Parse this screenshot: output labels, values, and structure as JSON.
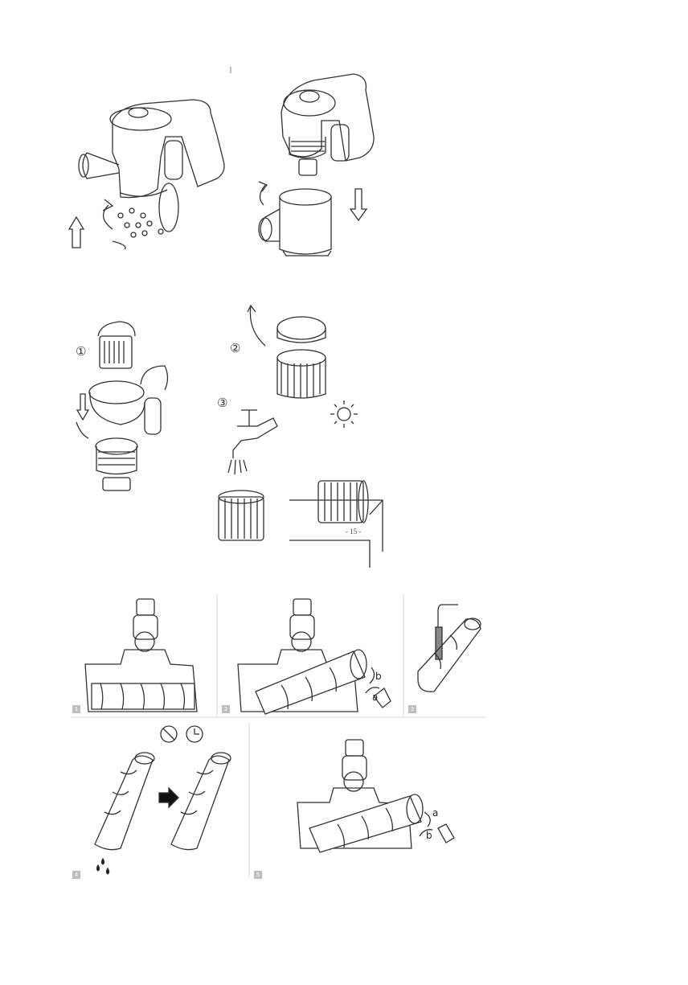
{
  "page": {
    "page_number": "- 15 -"
  },
  "filter_steps": {
    "s1": "①",
    "s2": "②",
    "s3": "③"
  },
  "roller_steps": {
    "p1": "1",
    "p2": "2",
    "p3": "3",
    "p4": "4",
    "p5": "5"
  },
  "letters": {
    "remove_b": "b",
    "remove_a": "a",
    "install_a": "a",
    "install_b": "b"
  },
  "colors": {
    "line": "#333333",
    "panel_border": "#d8d8d8",
    "badge": "#bdbdbd"
  }
}
